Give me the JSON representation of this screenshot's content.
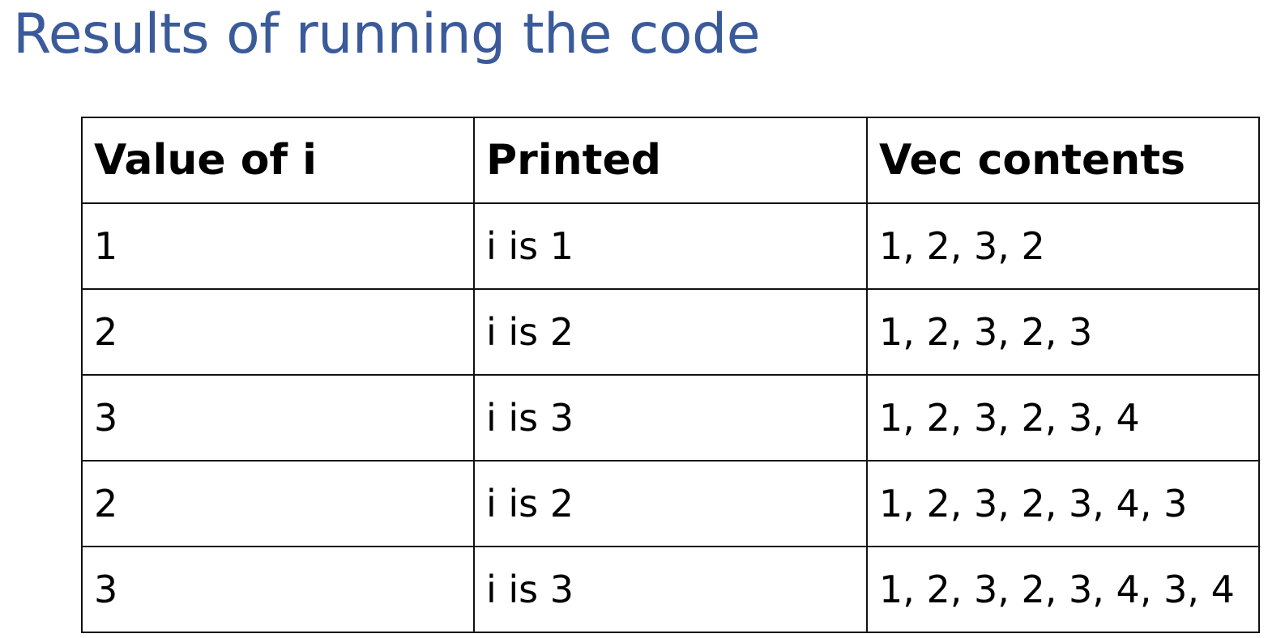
{
  "slide": {
    "title": "Results of running the code"
  },
  "table": {
    "headers": [
      "Value of i",
      "Printed",
      "Vec contents"
    ],
    "rows": [
      [
        "1",
        "i is 1",
        "1, 2, 3, 2"
      ],
      [
        "2",
        "i is 2",
        "1, 2, 3, 2, 3"
      ],
      [
        "3",
        "i is 3",
        "1, 2, 3, 2, 3, 4"
      ],
      [
        "2",
        "i is 2",
        "1, 2, 3, 2, 3, 4, 3"
      ],
      [
        "3",
        "i is 3",
        "1, 2, 3, 2, 3, 4, 3, 4"
      ]
    ]
  }
}
